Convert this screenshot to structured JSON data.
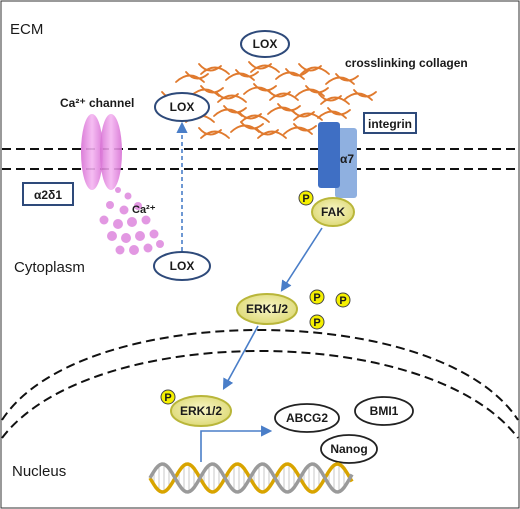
{
  "regions": {
    "ecm": "ECM",
    "cytoplasm": "Cytoplasm",
    "nucleus": "Nucleus"
  },
  "labels": {
    "ca_channel": "Ca²⁺ channel",
    "ca_ion": "Ca²⁺",
    "a2d1": "α2δ1",
    "crosslinking": "crosslinking collagen",
    "integrin": "integrin",
    "a7": "α7",
    "phospho": "P"
  },
  "nodes": {
    "lox_top": "LOX",
    "lox_mid": "LOX",
    "lox_bottom": "LOX",
    "fak": "FAK",
    "erk_mid": "ERK1/2",
    "erk_nucleus": "ERK1/2",
    "abcg2": "ABCG2",
    "bmi1": "BMI1",
    "nanog": "Nanog"
  },
  "colors": {
    "lox_border": "#2e4a7a",
    "collagen": "#e07a2e",
    "channel": "#e58ee0",
    "ca_dot": "#dd86dd",
    "integrin_dark": "#3f6fc4",
    "integrin_light": "#8fb0e0",
    "erk_fill": "#e6e39a",
    "erk_border": "#b9b63a",
    "phospho_fill": "#f5f000",
    "arrow": "#4a7ec8",
    "dna_gold": "#d8a400",
    "dna_gray": "#9a9a9a"
  }
}
